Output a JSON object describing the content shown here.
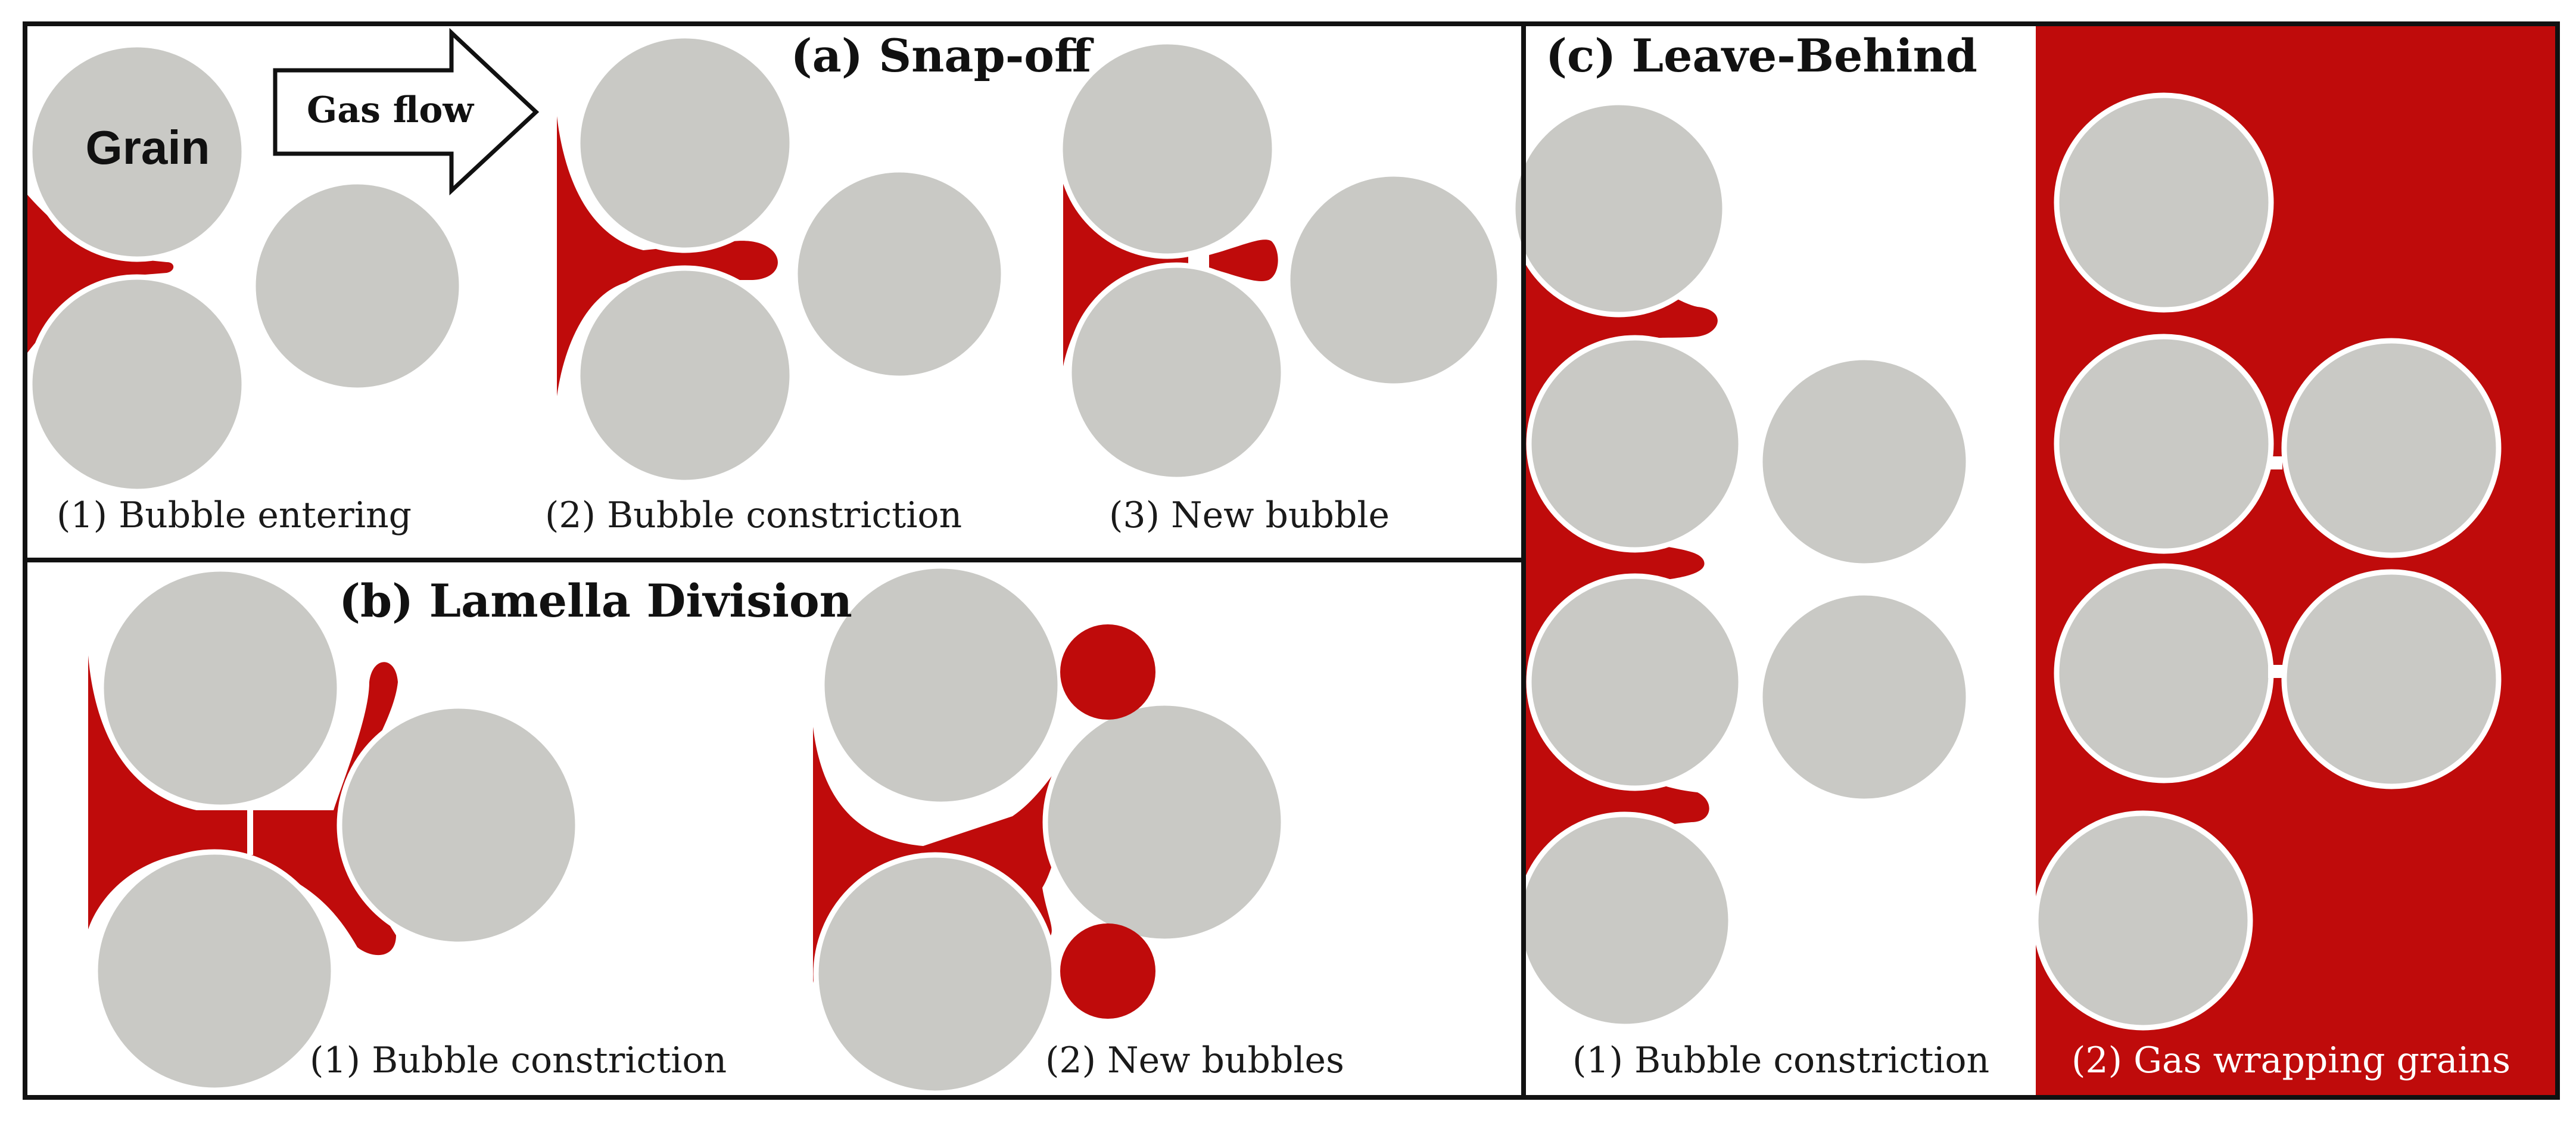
{
  "colors": {
    "grain": "#c9c9c5",
    "gas": "#bf0b0b",
    "border": "#111111",
    "background": "#ffffff"
  },
  "panels": {
    "a": {
      "title": "(a) Snap-off",
      "grain_label": "Grain",
      "arrow_label": "Gas flow",
      "captions": [
        "(1) Bubble entering",
        "(2) Bubble constriction",
        "(3) New bubble"
      ]
    },
    "b": {
      "title": "(b) Lamella Division",
      "captions": [
        "(1) Bubble constriction",
        "(2) New bubbles"
      ]
    },
    "c": {
      "title": "(c) Leave-Behind",
      "captions": [
        "(1) Bubble constriction",
        "(2) Gas wrapping grains"
      ]
    }
  }
}
